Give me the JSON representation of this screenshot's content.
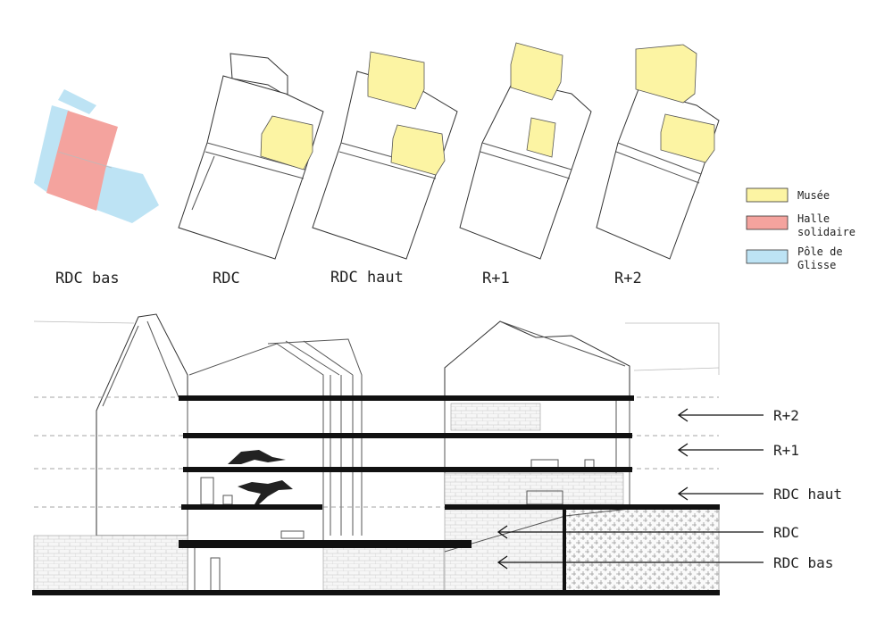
{
  "colors": {
    "musee": "#FCF4A3",
    "halle_solidaire": "#F4A39E",
    "pole_de_glisse": "#BDE3F4",
    "slab": "#111111"
  },
  "axonometrics": [
    {
      "caption": "RDC bas"
    },
    {
      "caption": "RDC"
    },
    {
      "caption": "RDC haut"
    },
    {
      "caption": "R+1"
    },
    {
      "caption": "R+2"
    }
  ],
  "legend": [
    {
      "line1": "Musée",
      "line2": "",
      "color": "#FCF4A3"
    },
    {
      "line1": "Halle",
      "line2": "solidaire",
      "color": "#F4A39E"
    },
    {
      "line1": "Pôle de",
      "line2": "Glisse",
      "color": "#BDE3F4"
    }
  ],
  "section_levels": [
    "R+2",
    "R+1",
    "RDC haut",
    "RDC",
    "RDC bas"
  ]
}
